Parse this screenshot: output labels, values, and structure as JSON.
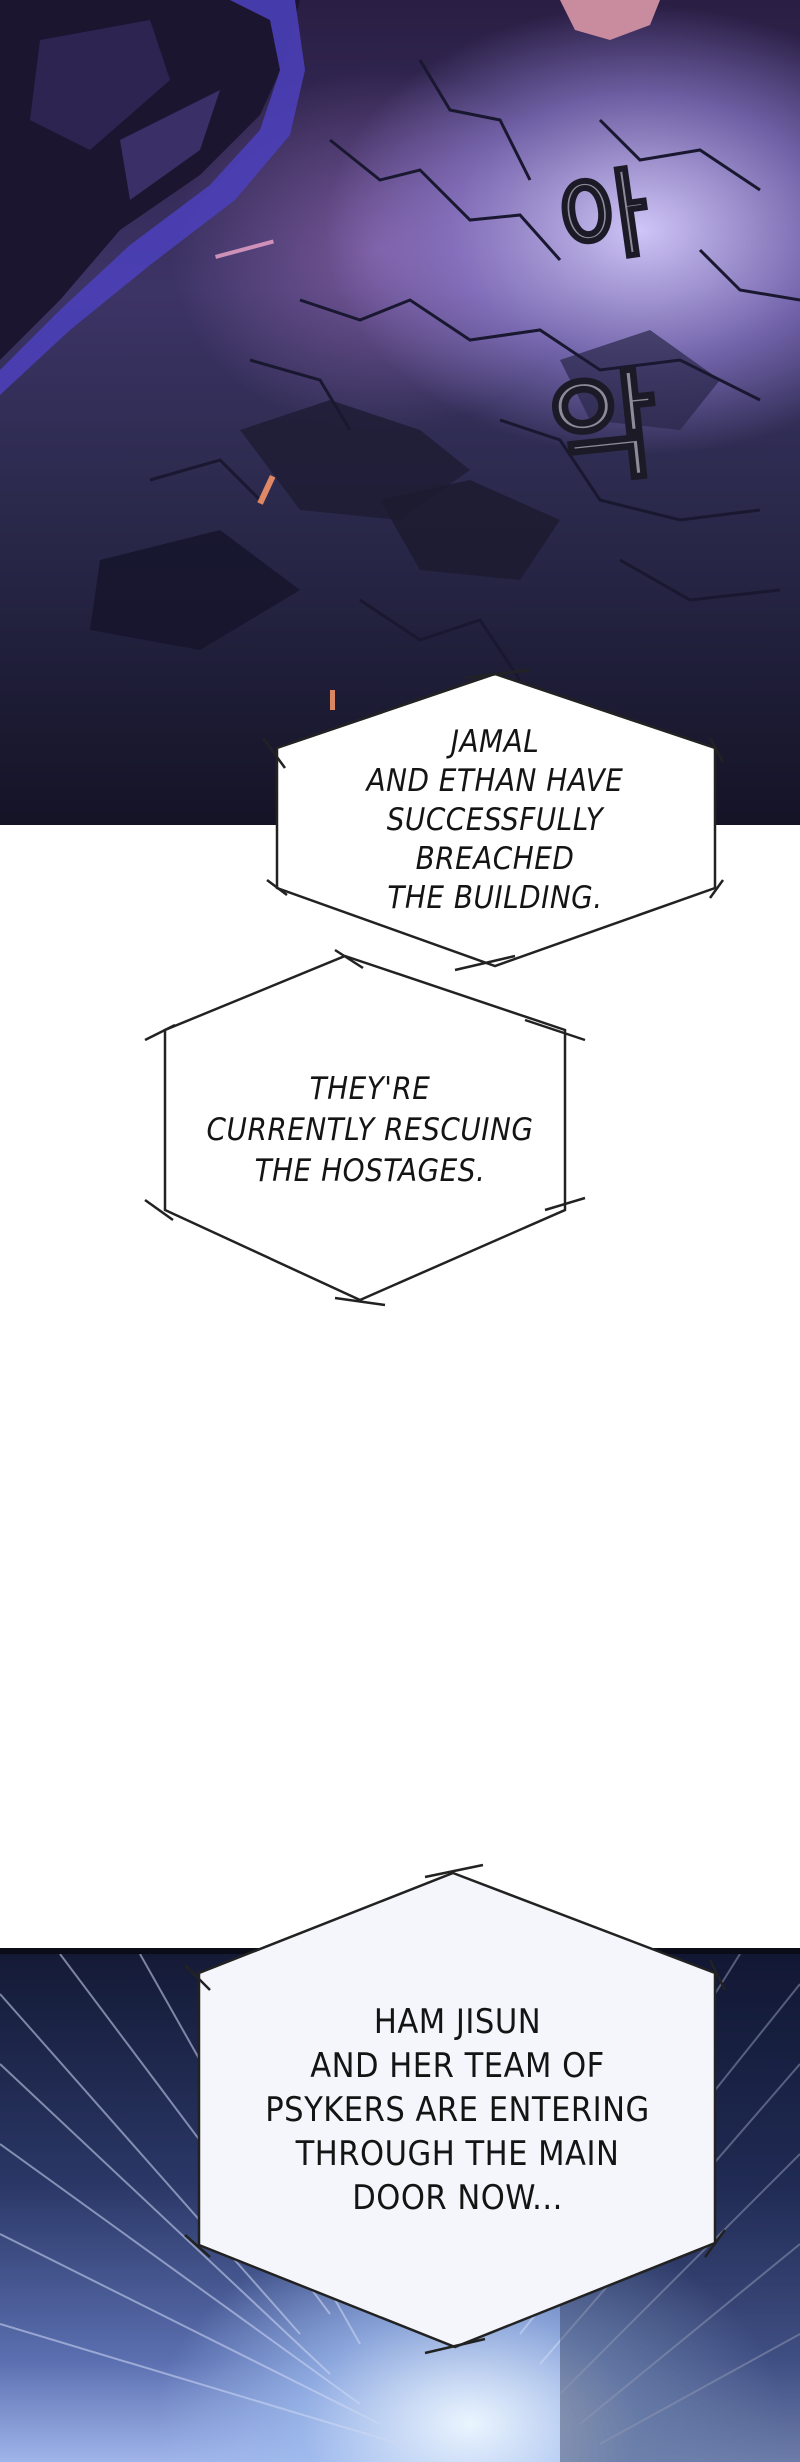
{
  "sound_effects": [
    {
      "text": "아"
    },
    {
      "text": "악"
    }
  ],
  "captions": [
    {
      "text": "JAMAL\nAND ETHAN HAVE\nSUCCESSFULLY BREACHED\nTHE BUILDING."
    },
    {
      "text": "THEY'RE\nCURRENTLY RESCUING\nTHE HOSTAGES."
    },
    {
      "text": "HAM JISUN\nAND HER TEAM OF\nPSYKERS ARE ENTERING\nTHROUGH THE MAIN\nDOOR NOW..."
    }
  ],
  "colors": {
    "caption_fill": "#ffffff",
    "caption_stroke": "#222222",
    "top_panel_glow": "#c8bdf5",
    "bottom_panel_glow": "#e8f1ff"
  }
}
